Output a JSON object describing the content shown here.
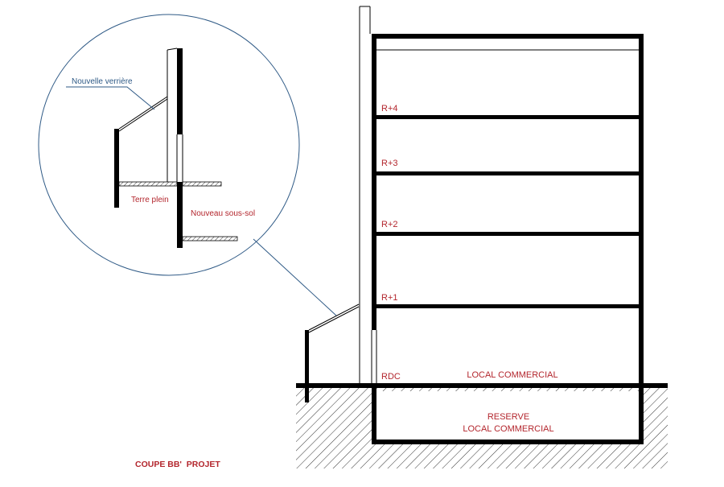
{
  "floors": {
    "r4": "R+4",
    "r3": "R+3",
    "r2": "R+2",
    "r1": "R+1",
    "rdc": "RDC"
  },
  "rooms": {
    "local_commercial": "LOCAL COMMERCIAL",
    "reserve_line1": "RESERVE",
    "reserve_line2": "LOCAL COMMERCIAL"
  },
  "detail": {
    "verriere": "Nouvelle verrière",
    "terre_plein": "Terre plein",
    "sous_sol": "Nouveau sous-sol"
  },
  "title": "COUPE BB'  PROJET",
  "colors": {
    "label_red": "#b3262d",
    "callout_blue": "#2f5a86",
    "structure": "#000000"
  }
}
